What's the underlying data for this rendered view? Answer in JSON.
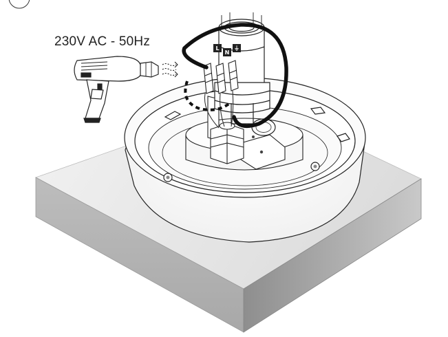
{
  "diagram": {
    "supply_label": "230V AC - 50Hz",
    "terminals": [
      {
        "id": "live",
        "label": "L"
      },
      {
        "id": "neutral",
        "label": "N"
      },
      {
        "id": "earth",
        "label": "⏚"
      }
    ]
  }
}
